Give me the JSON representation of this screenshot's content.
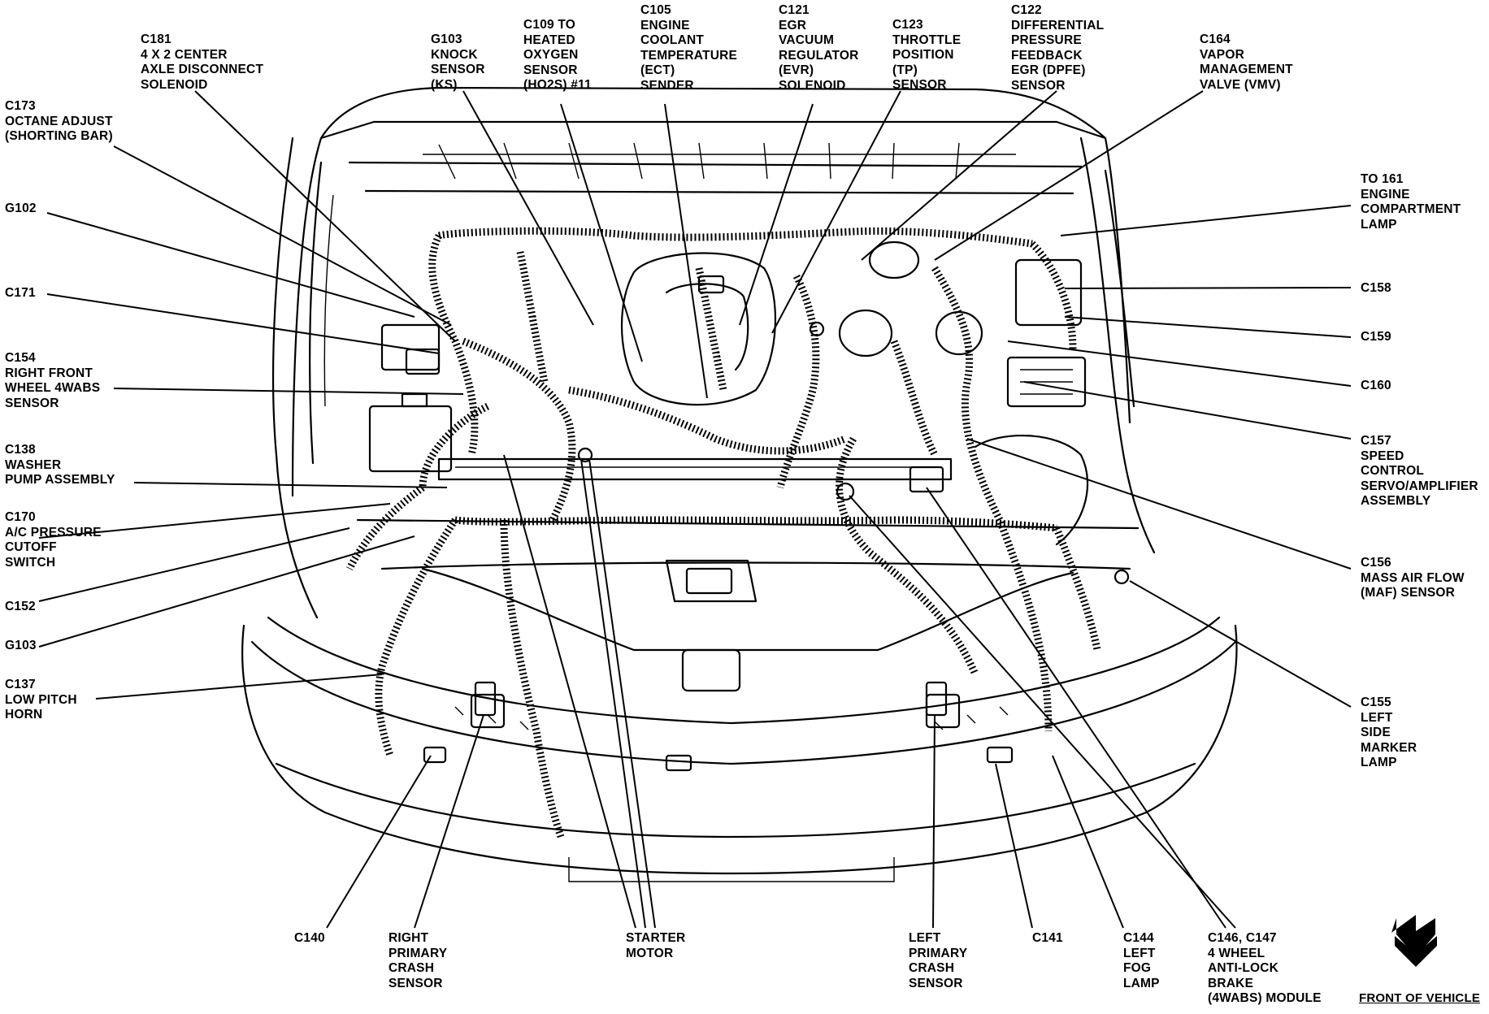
{
  "labels": [
    {
      "id": "c181",
      "text": "C181\n4 X 2 CENTER\nAXLE DISCONNECT\nSOLENOID"
    },
    {
      "id": "g103-top",
      "text": "G103\nKNOCK\nSENSOR\n(KS)"
    },
    {
      "id": "c109",
      "text": "C109 TO\nHEATED\nOXYGEN\nSENSOR\n(HO2S) #11"
    },
    {
      "id": "c105",
      "text": "C105\nENGINE\nCOOLANT\nTEMPERATURE\n(ECT)\nSENDER"
    },
    {
      "id": "c121",
      "text": "C121\nEGR\nVACUUM\nREGULATOR\n(EVR)\nSOLENOID"
    },
    {
      "id": "c123",
      "text": "C123\nTHROTTLE\nPOSITION\n(TP)\nSENSOR"
    },
    {
      "id": "c122",
      "text": "C122\nDIFFERENTIAL\nPRESSURE\nFEEDBACK\nEGR (DPFE)\nSENSOR"
    },
    {
      "id": "c164",
      "text": "C164\nVAPOR\nMANAGEMENT\nVALVE (VMV)"
    },
    {
      "id": "c173",
      "text": "C173\nOCTANE ADJUST\n(SHORTING BAR)"
    },
    {
      "id": "g102",
      "text": "G102"
    },
    {
      "id": "c171",
      "text": "C171"
    },
    {
      "id": "c154",
      "text": "C154\nRIGHT FRONT\nWHEEL 4WABS\nSENSOR"
    },
    {
      "id": "c138",
      "text": "C138\nWASHER\nPUMP ASSEMBLY"
    },
    {
      "id": "c170",
      "text": "C170\nA/C PRESSURE\nCUTOFF\nSWITCH"
    },
    {
      "id": "c152",
      "text": "C152"
    },
    {
      "id": "g103-left",
      "text": "G103"
    },
    {
      "id": "c137",
      "text": "C137\nLOW PITCH\nHORN"
    },
    {
      "id": "to161",
      "text": "TO 161\nENGINE\nCOMPARTMENT\nLAMP"
    },
    {
      "id": "c158",
      "text": "C158"
    },
    {
      "id": "c159",
      "text": "C159"
    },
    {
      "id": "c160",
      "text": "C160"
    },
    {
      "id": "c157",
      "text": "C157\nSPEED\nCONTROL\nSERVO/AMPLIFIER\nASSEMBLY"
    },
    {
      "id": "c156",
      "text": "C156\nMASS AIR FLOW\n(MAF) SENSOR"
    },
    {
      "id": "c155",
      "text": "C155\nLEFT\nSIDE\nMARKER\nLAMP"
    },
    {
      "id": "c140",
      "text": "C140"
    },
    {
      "id": "right-crash",
      "text": "RIGHT\nPRIMARY\nCRASH\nSENSOR"
    },
    {
      "id": "starter",
      "text": "STARTER\nMOTOR"
    },
    {
      "id": "left-crash",
      "text": "LEFT\nPRIMARY\nCRASH\nSENSOR"
    },
    {
      "id": "c141",
      "text": "C141"
    },
    {
      "id": "c144",
      "text": "C144\nLEFT\nFOG\nLAMP"
    },
    {
      "id": "c146",
      "text": "C146, C147\n4 WHEEL\nANTI-LOCK\nBRAKE\n(4WABS) MODULE"
    }
  ],
  "front_of_vehicle": "FRONT OF VEHICLE",
  "arrow_icon": "down-chevron-arrow-icon"
}
